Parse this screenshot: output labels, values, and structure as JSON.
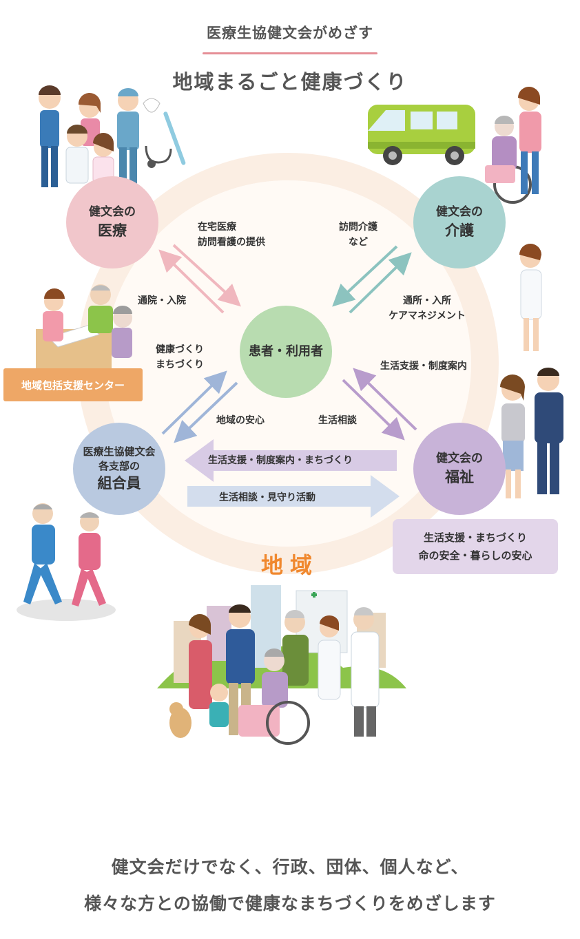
{
  "header": {
    "subtitle": "医療生協健文会がめざす",
    "title": "地域まるごと健康づくり"
  },
  "nodes": {
    "medical": {
      "line1": "健文会の",
      "line2": "医療"
    },
    "care": {
      "line1": "健文会の",
      "line2": "介護"
    },
    "center": {
      "line1": "患者・利用者"
    },
    "members": {
      "line1": "医療生協健文会",
      "line2": "各支部の",
      "line3": "組合員"
    },
    "welfare": {
      "line1": "健文会の",
      "line2": "福祉"
    }
  },
  "labels": {
    "medical_out_1": "在宅医療",
    "medical_out_2": "訪問看護の提供",
    "medical_in": "通院・入院",
    "care_out_1": "訪問介護",
    "care_out_2": "など",
    "care_in_1": "通所・入所",
    "care_in_2": "ケアマネジメント",
    "members_out_1": "健康づくり",
    "members_out_2": "まちづくり",
    "members_in": "地域の安心",
    "welfare_in": "生活相談",
    "welfare_out": "生活支援・制度案内",
    "arrow_left": "生活支援・制度案内・まちづくり",
    "arrow_right": "生活相談・見守り活動"
  },
  "boxes": {
    "center_box": "地域包括支援センター",
    "welfare_box_1": "生活支援・まちづくり",
    "welfare_box_2": "命の安全・暮らしの安心"
  },
  "region": "地域",
  "footer": {
    "line1": "健文会だけでなく、行政、団体、個人など、",
    "line2": "様々な方との協働で健康なまちづくりをめざします"
  },
  "colors": {
    "medical": "#f1c6cb",
    "care": "#a9d3d0",
    "center": "#b8dcb0",
    "members": "#b9c9e0",
    "welfare": "#c8b3d8",
    "ring": "#fbeee3",
    "orange": "#eea766",
    "region": "#f0882e"
  }
}
